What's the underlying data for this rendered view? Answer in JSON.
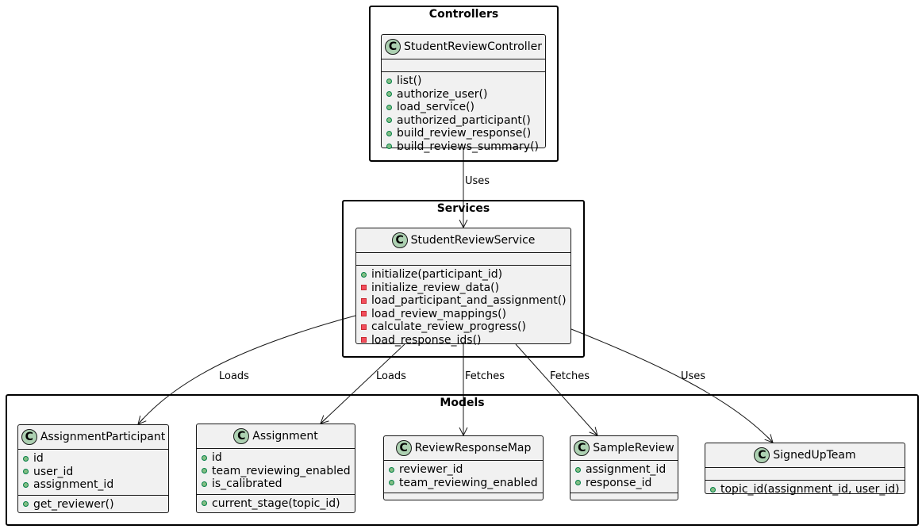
{
  "packages": {
    "controllers": "Controllers",
    "services": "Services",
    "models": "Models"
  },
  "class_badge": "C",
  "classes": {
    "controller": {
      "name": "StudentReviewController",
      "fields": [],
      "methods": [
        {
          "vis": "public",
          "text": "list()"
        },
        {
          "vis": "public",
          "text": "authorize_user()"
        },
        {
          "vis": "public",
          "text": "load_service()"
        },
        {
          "vis": "public",
          "text": "authorized_participant()"
        },
        {
          "vis": "public",
          "text": "build_review_response()"
        },
        {
          "vis": "public",
          "text": "build_reviews_summary()"
        }
      ]
    },
    "service": {
      "name": "StudentReviewService",
      "fields": [],
      "methods": [
        {
          "vis": "public",
          "text": "initialize(participant_id)"
        },
        {
          "vis": "private",
          "text": "initialize_review_data()"
        },
        {
          "vis": "private",
          "text": "load_participant_and_assignment()"
        },
        {
          "vis": "private",
          "text": "load_review_mappings()"
        },
        {
          "vis": "private",
          "text": "calculate_review_progress()"
        },
        {
          "vis": "private",
          "text": "load_response_ids()"
        }
      ]
    },
    "assignment_participant": {
      "name": "AssignmentParticipant",
      "fields": [
        {
          "vis": "public",
          "text": "id"
        },
        {
          "vis": "public",
          "text": "user_id"
        },
        {
          "vis": "public",
          "text": "assignment_id"
        }
      ],
      "methods": [
        {
          "vis": "public",
          "text": "get_reviewer()"
        }
      ]
    },
    "assignment": {
      "name": "Assignment",
      "fields": [
        {
          "vis": "public",
          "text": "id"
        },
        {
          "vis": "public",
          "text": "team_reviewing_enabled"
        },
        {
          "vis": "public",
          "text": "is_calibrated"
        }
      ],
      "methods": [
        {
          "vis": "public",
          "text": "current_stage(topic_id)"
        }
      ]
    },
    "review_response_map": {
      "name": "ReviewResponseMap",
      "fields": [
        {
          "vis": "public",
          "text": "reviewer_id"
        },
        {
          "vis": "public",
          "text": "team_reviewing_enabled"
        }
      ],
      "methods": []
    },
    "sample_review": {
      "name": "SampleReview",
      "fields": [
        {
          "vis": "public",
          "text": "assignment_id"
        },
        {
          "vis": "public",
          "text": "response_id"
        }
      ],
      "methods": []
    },
    "signed_up_team": {
      "name": "SignedUpTeam",
      "fields": [],
      "methods": [
        {
          "vis": "public",
          "text": "topic_id(assignment_id, user_id)"
        }
      ]
    }
  },
  "edges": [
    {
      "from": "controller",
      "to": "service",
      "label": "Uses"
    },
    {
      "from": "service",
      "to": "assignment_participant",
      "label": "Loads"
    },
    {
      "from": "service",
      "to": "assignment",
      "label": "Loads"
    },
    {
      "from": "service",
      "to": "review_response_map",
      "label": "Fetches"
    },
    {
      "from": "service",
      "to": "sample_review",
      "label": "Fetches"
    },
    {
      "from": "service",
      "to": "signed_up_team",
      "label": "Uses"
    }
  ]
}
